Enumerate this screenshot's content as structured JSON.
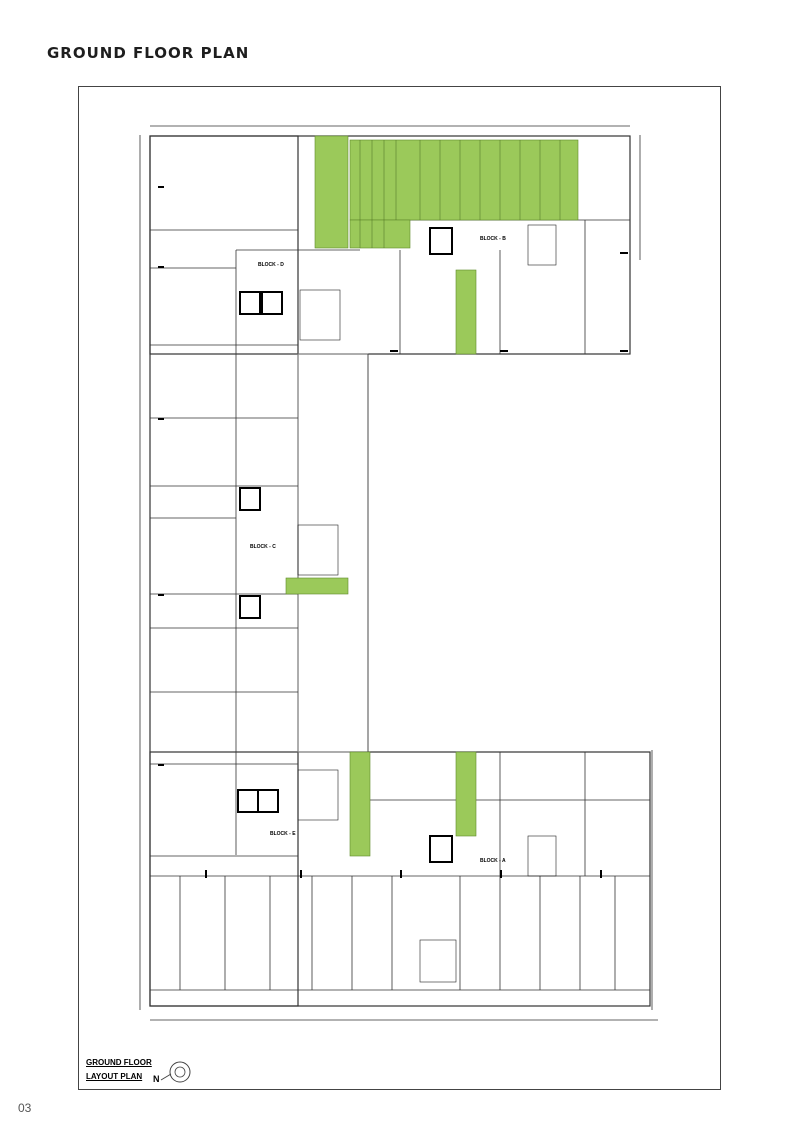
{
  "header": {
    "title": "GROUND FLOOR PLAN"
  },
  "plan": {
    "legend_line1": "GROUND FLOOR",
    "legend_line2": "LAYOUT PLAN",
    "north_label": "N",
    "blocks": [
      "BLOCK - D",
      "BLOCK - B",
      "BLOCK - C",
      "BLOCK - E",
      "BLOCK - A"
    ]
  },
  "colors": {
    "green": "#9bc95a",
    "line": "#333333"
  },
  "footer": {
    "page_number": "03"
  }
}
